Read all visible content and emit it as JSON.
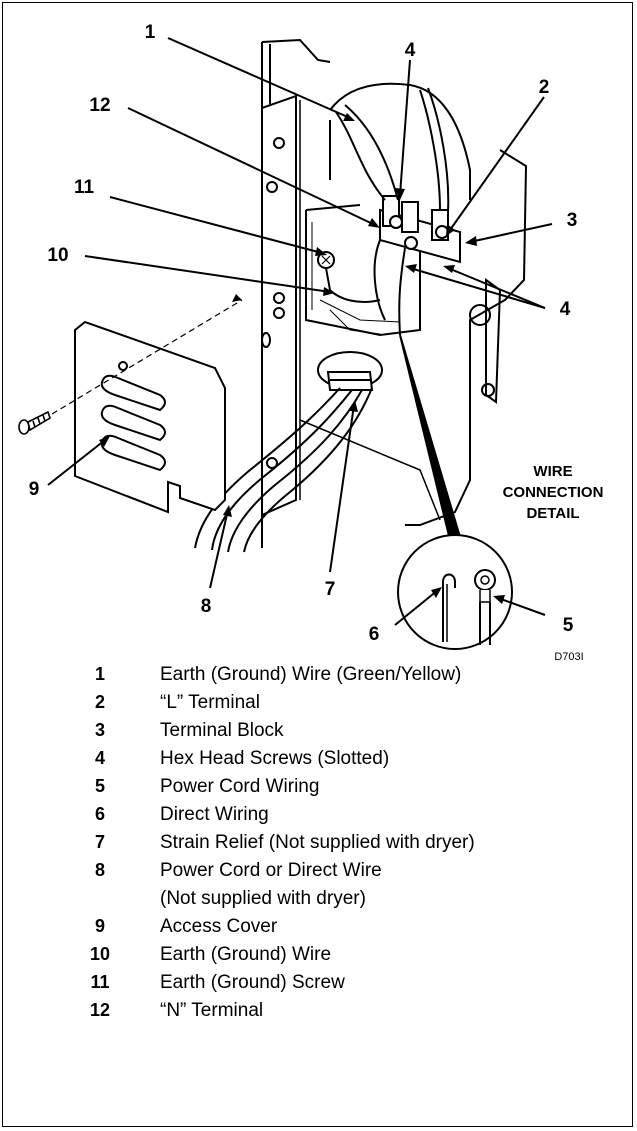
{
  "figure": {
    "callouts": [
      {
        "id": "1",
        "label": "1"
      },
      {
        "id": "2",
        "label": "2"
      },
      {
        "id": "3",
        "label": "3"
      },
      {
        "id": "4a",
        "label": "4"
      },
      {
        "id": "4b",
        "label": "4"
      },
      {
        "id": "5",
        "label": "5"
      },
      {
        "id": "6",
        "label": "6"
      },
      {
        "id": "7",
        "label": "7"
      },
      {
        "id": "8",
        "label": "8"
      },
      {
        "id": "9",
        "label": "9"
      },
      {
        "id": "10",
        "label": "10"
      },
      {
        "id": "11",
        "label": "11"
      },
      {
        "id": "12",
        "label": "12"
      }
    ],
    "detail_label": [
      "WIRE",
      "CONNECTION",
      "DETAIL"
    ],
    "drawing_code": "D703I"
  },
  "legend": [
    {
      "number": "1",
      "text": "Earth (Ground) Wire (Green/Yellow)"
    },
    {
      "number": "2",
      "text": "“L” Terminal"
    },
    {
      "number": "3",
      "text": "Terminal Block"
    },
    {
      "number": "4",
      "text": "Hex Head Screws (Slotted)"
    },
    {
      "number": "5",
      "text": "Power Cord Wiring"
    },
    {
      "number": "6",
      "text": "Direct Wiring"
    },
    {
      "number": "7",
      "text": "Strain Relief (Not supplied with dryer)"
    },
    {
      "number": "8",
      "text": "Power Cord or Direct Wire",
      "text2": "(Not supplied with dryer)"
    },
    {
      "number": "9",
      "text": "Access Cover"
    },
    {
      "number": "10",
      "text": "Earth (Ground) Wire"
    },
    {
      "number": "11",
      "text": "Earth (Ground) Screw"
    },
    {
      "number": "12",
      "text": "“N” Terminal"
    }
  ]
}
